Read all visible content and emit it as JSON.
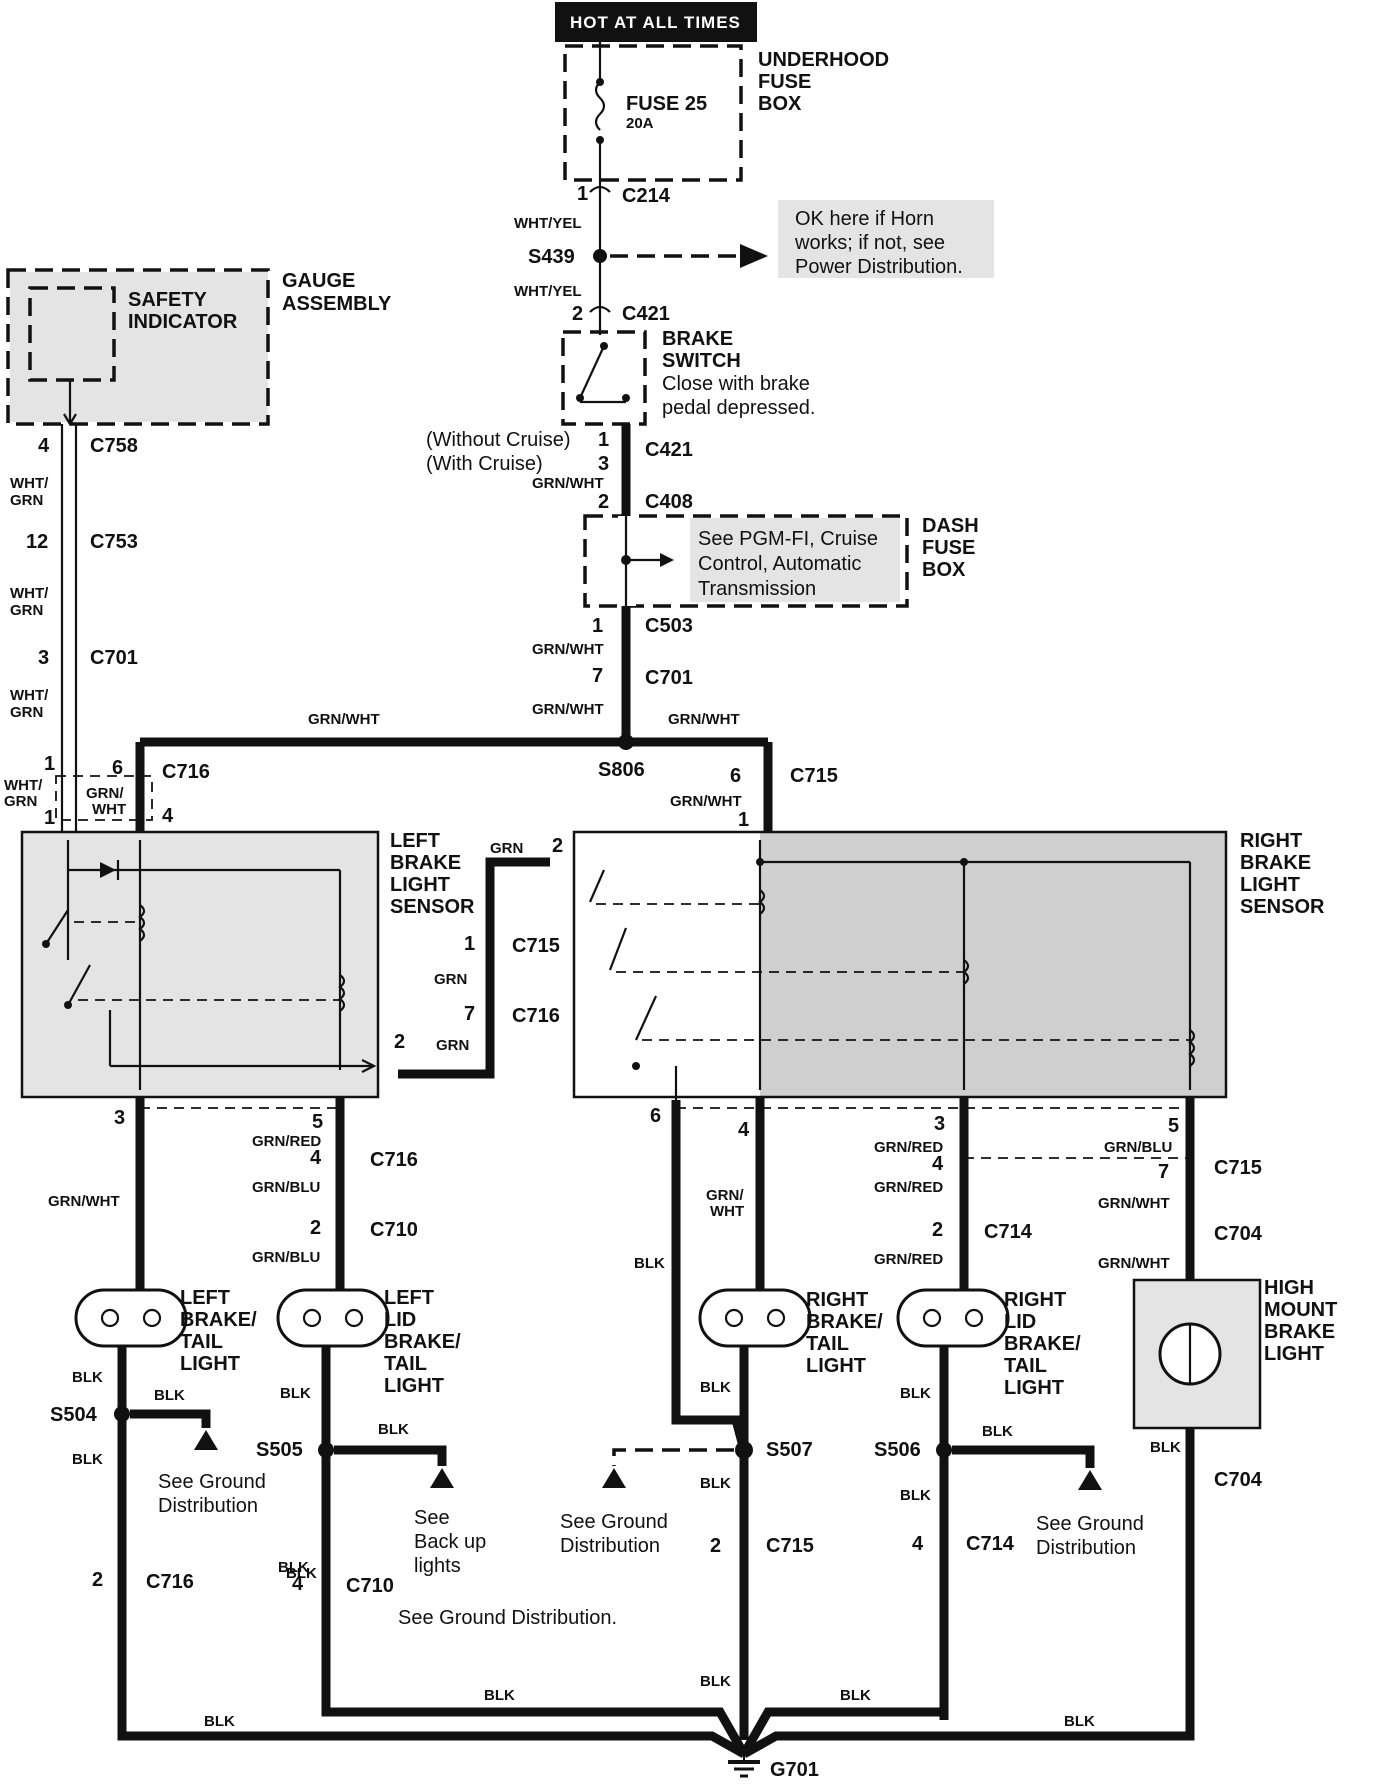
{
  "header": {
    "power_label": "HOT AT ALL TIMES"
  },
  "underhood_fuse_box": {
    "label_1": "UNDERHOOD",
    "label_2": "FUSE",
    "label_3": "BOX",
    "fuse_name": "FUSE 25",
    "fuse_rating": "20A"
  },
  "horn_note": {
    "line_1": "OK here if Horn",
    "line_2": "works; if not, see",
    "line_3": "Power Distribution."
  },
  "brake_switch": {
    "title_1": "BRAKE",
    "title_2": "SWITCH",
    "note_1": "Close with brake",
    "note_2": "pedal depressed."
  },
  "cruise_notes": {
    "without": "(Without Cruise)",
    "with": "(With Cruise)"
  },
  "dash_fuse_box": {
    "label_1": "DASH",
    "label_2": "FUSE",
    "label_3": "BOX",
    "note_1": "See PGM-FI, Cruise",
    "note_2": "Control, Automatic",
    "note_3": "Transmission"
  },
  "gauge_assembly": {
    "label_1": "GAUGE",
    "label_2": "ASSEMBLY",
    "indicator_1": "SAFETY",
    "indicator_2": "INDICATOR"
  },
  "left_sensor": {
    "l1": "LEFT",
    "l2": "BRAKE",
    "l3": "LIGHT",
    "l4": "SENSOR"
  },
  "right_sensor": {
    "l1": "RIGHT",
    "l2": "BRAKE",
    "l3": "LIGHT",
    "l4": "SENSOR"
  },
  "lamps": {
    "left_tail": {
      "l1": "LEFT",
      "l2": "BRAKE/",
      "l3": "TAIL",
      "l4": "LIGHT"
    },
    "left_lid": {
      "l1": "LEFT",
      "l2": "LID",
      "l3": "BRAKE/",
      "l4": "TAIL",
      "l5": "LIGHT"
    },
    "right_tail": {
      "l1": "RIGHT",
      "l2": "BRAKE/",
      "l3": "TAIL",
      "l4": "LIGHT"
    },
    "right_lid": {
      "l1": "RIGHT",
      "l2": "LID",
      "l3": "BRAKE/",
      "l4": "TAIL",
      "l5": "LIGHT"
    },
    "high_mount": {
      "l1": "HIGH",
      "l2": "MOUNT",
      "l3": "BRAKE",
      "l4": "LIGHT"
    }
  },
  "connectors": {
    "c214": "C214",
    "s439": "S439",
    "c421a": "C421",
    "c421b": "C421",
    "c408": "C408",
    "c503": "C503",
    "c701a": "C701",
    "s806": "S806",
    "c716a": "C716",
    "c715a": "C715",
    "c758": "C758",
    "c753": "C753",
    "c701b": "C701",
    "c715b": "C715",
    "c716b": "C716",
    "c716c": "C716",
    "c710a": "C710",
    "c715c": "C715",
    "c714a": "C714",
    "c704a": "C704",
    "s504": "S504",
    "s505": "S505",
    "s507": "S507",
    "s506": "S506",
    "c704b": "C704",
    "c716d": "C716",
    "c710b": "C710",
    "c715d": "C715",
    "c714b": "C714",
    "g701": "G701"
  },
  "pins": {
    "p214": "1",
    "p421a": "2",
    "p421b": "1",
    "p421c": "3",
    "p408": "2",
    "p503": "1",
    "p701a": "7",
    "p716a": "6",
    "p716b": "4",
    "p715a": "6",
    "p715b": "1",
    "p758": "4",
    "p753": "12",
    "p701b": "3",
    "p716c": "1",
    "p716d": "1",
    "p715c": "2",
    "p715d": "1",
    "p716e": "7",
    "p2left": "2",
    "pl3": "3",
    "pl5": "5",
    "pl4": "4",
    "pl2": "2",
    "pr6": "6",
    "pr4": "4",
    "pr3": "3",
    "pr4b": "4",
    "pr2": "2",
    "pr5": "5",
    "pr7": "7",
    "pg2": "2",
    "pg4": "4",
    "pg2b": "2",
    "pg4b": "4"
  },
  "wires": {
    "wy1": "WHT/YEL",
    "wy2": "WHT/YEL",
    "gw1": "GRN/WHT",
    "gw2": "GRN/WHT",
    "gw3": "GRN/WHT",
    "gw4": "GRN/WHT",
    "gw5": "GRN/WHT",
    "gw6": "GRN/WHT",
    "gw7": "GRN/WHT",
    "wg1": "WHT/",
    "wg1b": "GRN",
    "wg2": "WHT/",
    "wg2b": "GRN",
    "wg3": "WHT/",
    "wg3b": "GRN",
    "wg4": "WHT/",
    "wg4b": "GRN",
    "gwsmall1": "GRN/",
    "gwsmall2": "WHT",
    "grn1": "GRN",
    "grn2": "GRN",
    "grn3": "GRN",
    "gw8": "GRN/WHT",
    "gr1": "GRN/RED",
    "gb1": "GRN/BLU",
    "gb2": "GRN/BLU",
    "gwr1": "GRN/",
    "gwr2": "WHT",
    "gr2": "GRN/RED",
    "gr3": "GRN/RED",
    "gr4": "GRN/RED",
    "gb3": "GRN/BLU",
    "gw9": "GRN/WHT",
    "gw10": "GRN/WHT",
    "blk1": "BLK",
    "blk2": "BLK",
    "blk3": "BLK",
    "blk4": "BLK",
    "blk5": "BLK",
    "blk6": "BLK",
    "blk7": "BLK",
    "blk8": "BLK",
    "blk9": "BLK",
    "blk10": "BLK",
    "blk11": "BLK",
    "blk12": "BLK",
    "blk13": "BLK",
    "blk14": "BLK",
    "blk15": "BLK",
    "blk16": "BLK",
    "blk17": "BLK",
    "blk18": "BLK",
    "blk19": "BLK"
  },
  "ground_notes": {
    "g1a": "See Ground",
    "g1b": "Distribution",
    "g2a": "See",
    "g2b": "Back up",
    "g2c": "lights",
    "g3a": "See Ground",
    "g3b": "Distribution",
    "g4a": "See Ground",
    "g4b": "Distribution",
    "g5": "See Ground Distribution."
  }
}
